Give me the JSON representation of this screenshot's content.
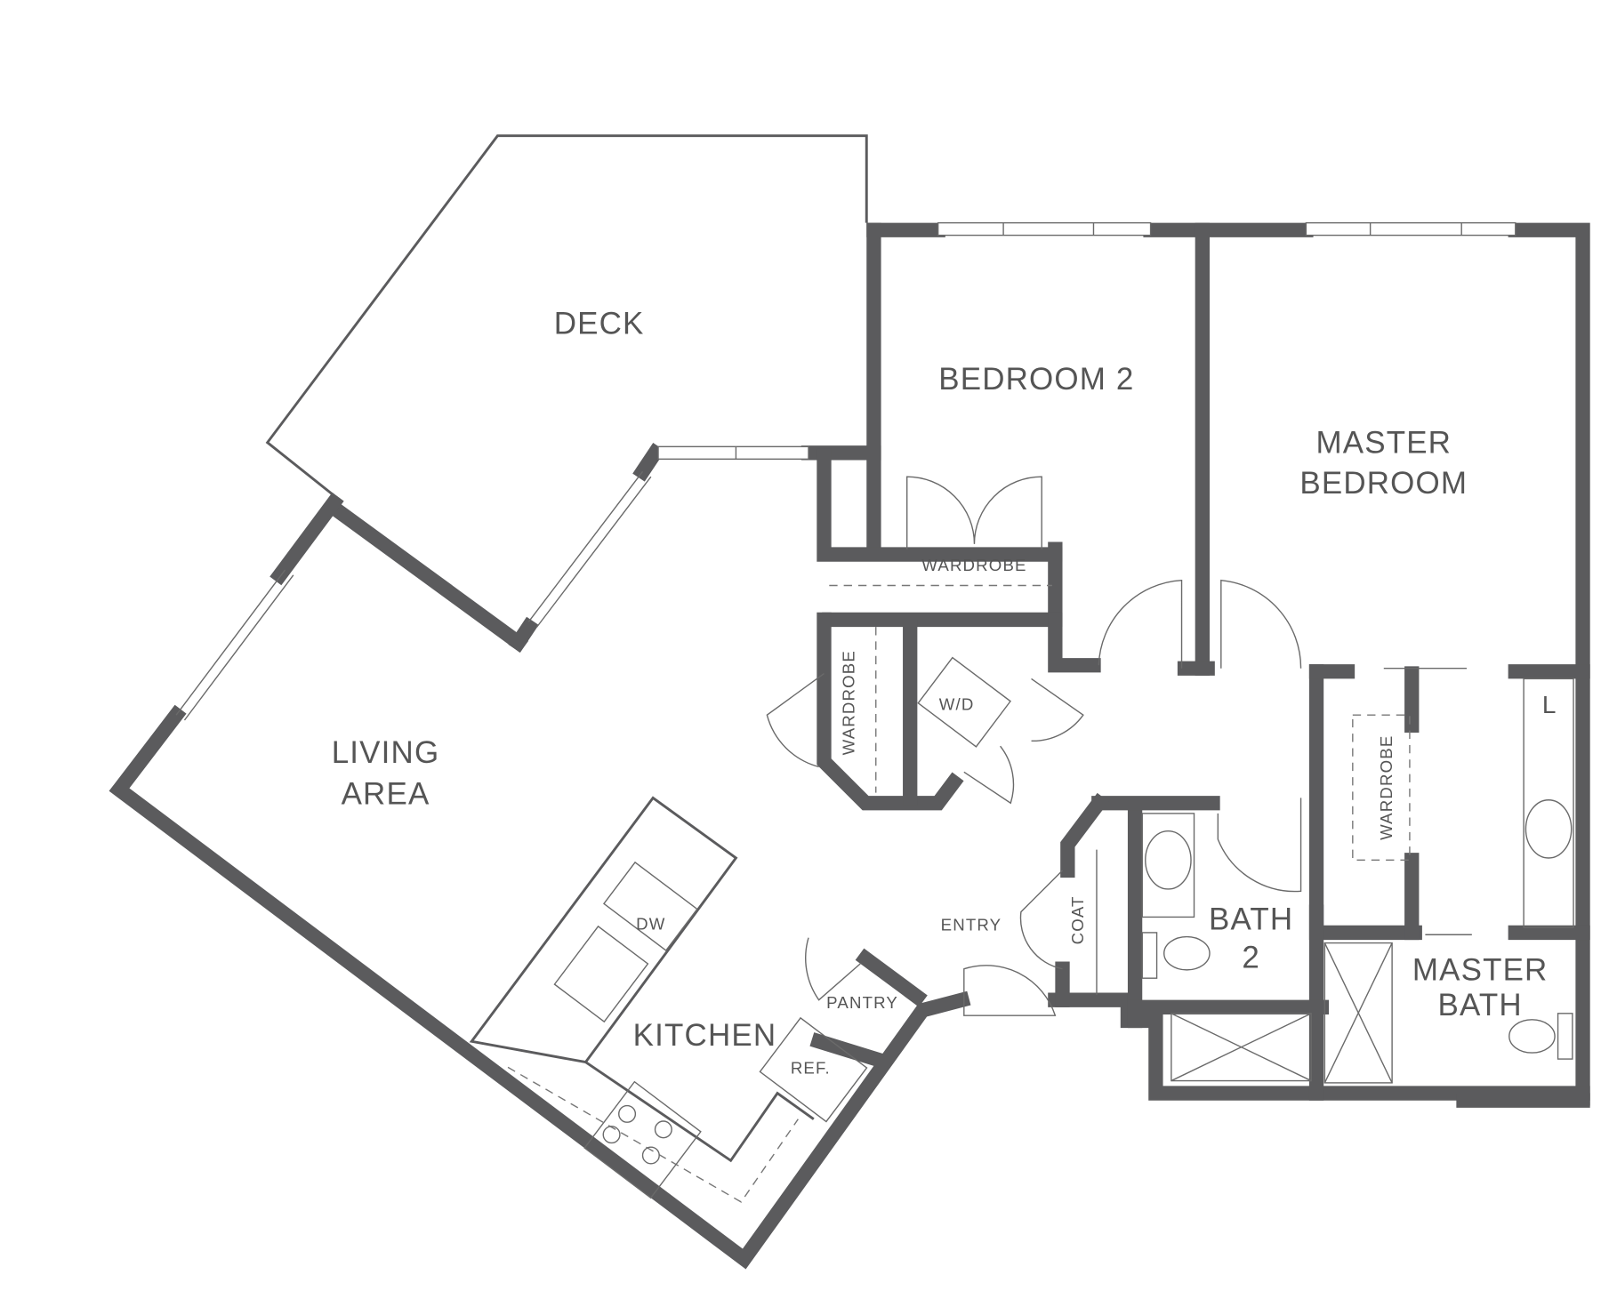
{
  "rooms": {
    "deck": "DECK",
    "bedroom2": "BEDROOM 2",
    "master_bedroom_1": "MASTER",
    "master_bedroom_2": "BEDROOM",
    "living_1": "LIVING",
    "living_2": "AREA",
    "kitchen": "KITCHEN",
    "bath2_1": "BATH",
    "bath2_2": "2",
    "master_bath_1": "MASTER",
    "master_bath_2": "BATH"
  },
  "fixtures": {
    "wardrobe_bed2": "WARDROBE",
    "wardrobe_hall": "WARDROBE",
    "wardrobe_master": "WARDROBE",
    "wd": "W/D",
    "entry": "ENTRY",
    "coat": "COAT",
    "pantry": "PANTRY",
    "dw": "DW",
    "ref": "REF.",
    "linen": "L"
  }
}
